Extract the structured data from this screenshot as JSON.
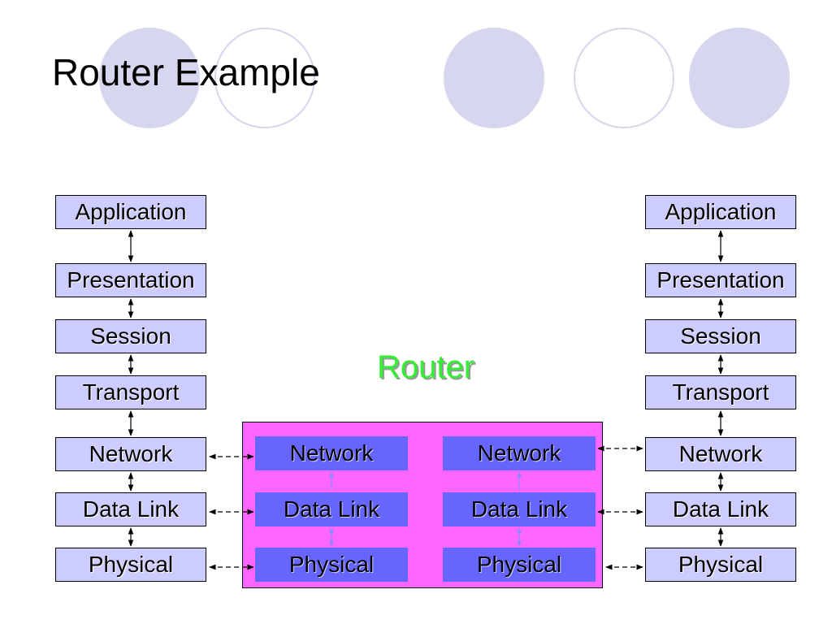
{
  "slide": {
    "title": "Router Example",
    "router_label": "Router"
  },
  "left_stack": {
    "layers": [
      "Application",
      "Presentation",
      "Session",
      "Transport",
      "Network",
      "Data Link",
      "Physical"
    ]
  },
  "right_stack": {
    "layers": [
      "Application",
      "Presentation",
      "Session",
      "Transport",
      "Network",
      "Data Link",
      "Physical"
    ]
  },
  "router": {
    "left_port": [
      "Network",
      "Data Link",
      "Physical"
    ],
    "right_port": [
      "Network",
      "Data Link",
      "Physical"
    ]
  },
  "colors": {
    "layer_fill": "#ccccff",
    "router_fill": "#ff66ff",
    "router_layer_fill": "#6666ff",
    "router_label": "#33ee33",
    "decor_circle": "#d6d6ee"
  }
}
